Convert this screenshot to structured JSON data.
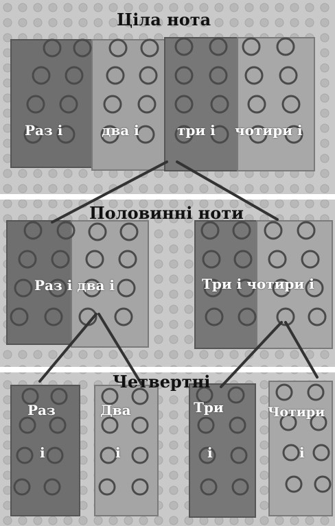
{
  "panels": {
    "whole": {
      "title": "Ціла нота",
      "labels": [
        "Раз і",
        "два і",
        "три і",
        "чотири і"
      ]
    },
    "half": {
      "title": "Половинні ноти",
      "labels": [
        "Раз і  два і",
        "Три і чотири і"
      ]
    },
    "quarter": {
      "title": "Четвертні",
      "labels": [
        {
          "word": "Раз",
          "and": "і"
        },
        {
          "word": "Два",
          "and": "і"
        },
        {
          "word": "Три",
          "and": "і"
        },
        {
          "word": "Чотири",
          "and": "і"
        }
      ]
    }
  },
  "colors": {
    "baseplate": "#c9c9c9",
    "stud": "#b5b5b5",
    "brick_dark": "#6f6f6f",
    "brick_light": "#9c9c9c",
    "divider": "#ffffff",
    "connector": "#333333"
  }
}
